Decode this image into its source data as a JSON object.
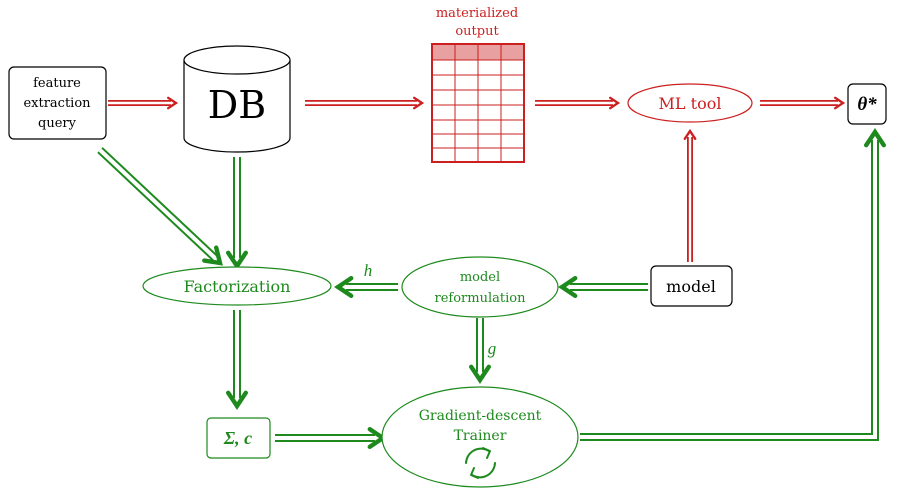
{
  "colors": {
    "red": "#cc1f1f",
    "green": "#1e8a1e",
    "black": "#000000",
    "table_header_fill": "#e9a0a0"
  },
  "nodes": {
    "query": {
      "lines": [
        "feature",
        "extraction",
        "query"
      ]
    },
    "db": {
      "label": "DB"
    },
    "materialized": {
      "caption_lines": [
        "materialized",
        "output"
      ]
    },
    "ml_tool": {
      "label": "ML tool"
    },
    "theta": {
      "label": "θ*"
    },
    "factorization": {
      "label": "Factorization"
    },
    "model_reform": {
      "lines": [
        "model",
        "reformulation"
      ]
    },
    "model": {
      "label": "model"
    },
    "sigma_c": {
      "label": "Σ, c"
    },
    "trainer": {
      "lines": [
        "Gradient-descent",
        "Trainer"
      ],
      "icon": "refresh-cycle-icon"
    }
  },
  "edge_labels": {
    "h": "h",
    "g": "g"
  }
}
